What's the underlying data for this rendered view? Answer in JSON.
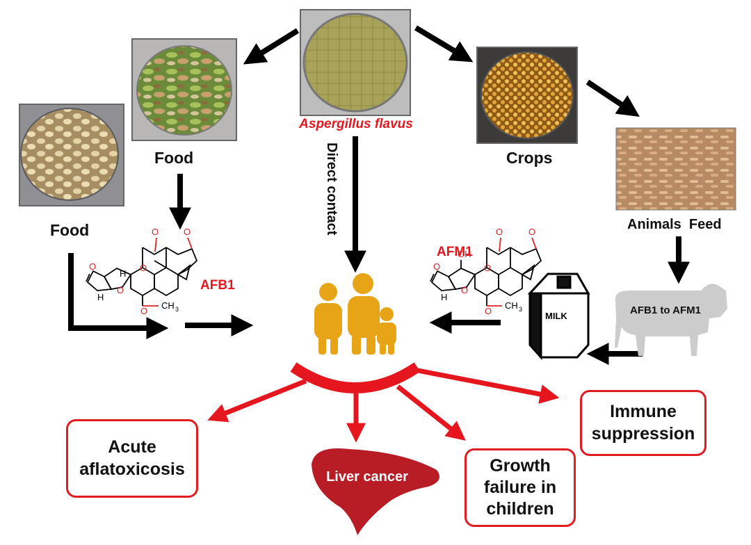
{
  "labels": {
    "food_top": "Food",
    "food_left": "Food",
    "aspergillus": "Aspergillus flavus",
    "direct_contact": "Direct contact",
    "crops": "Crops",
    "animals_feed": "Animals  Feed",
    "afb1": "AFB1",
    "afm1": "AFM1",
    "milk": "MILK",
    "cow_text": "AFB1 to AFM1",
    "liver_cancer": "Liver cancer"
  },
  "outcomes": {
    "acute": "Acute aflatoxicosis",
    "immune": "Immune suppression",
    "growth": "Growth failure in children"
  },
  "colors": {
    "red": "#e5161d",
    "people": "#e8a417",
    "liver": "#b81c24",
    "cow": "#cccccc"
  }
}
